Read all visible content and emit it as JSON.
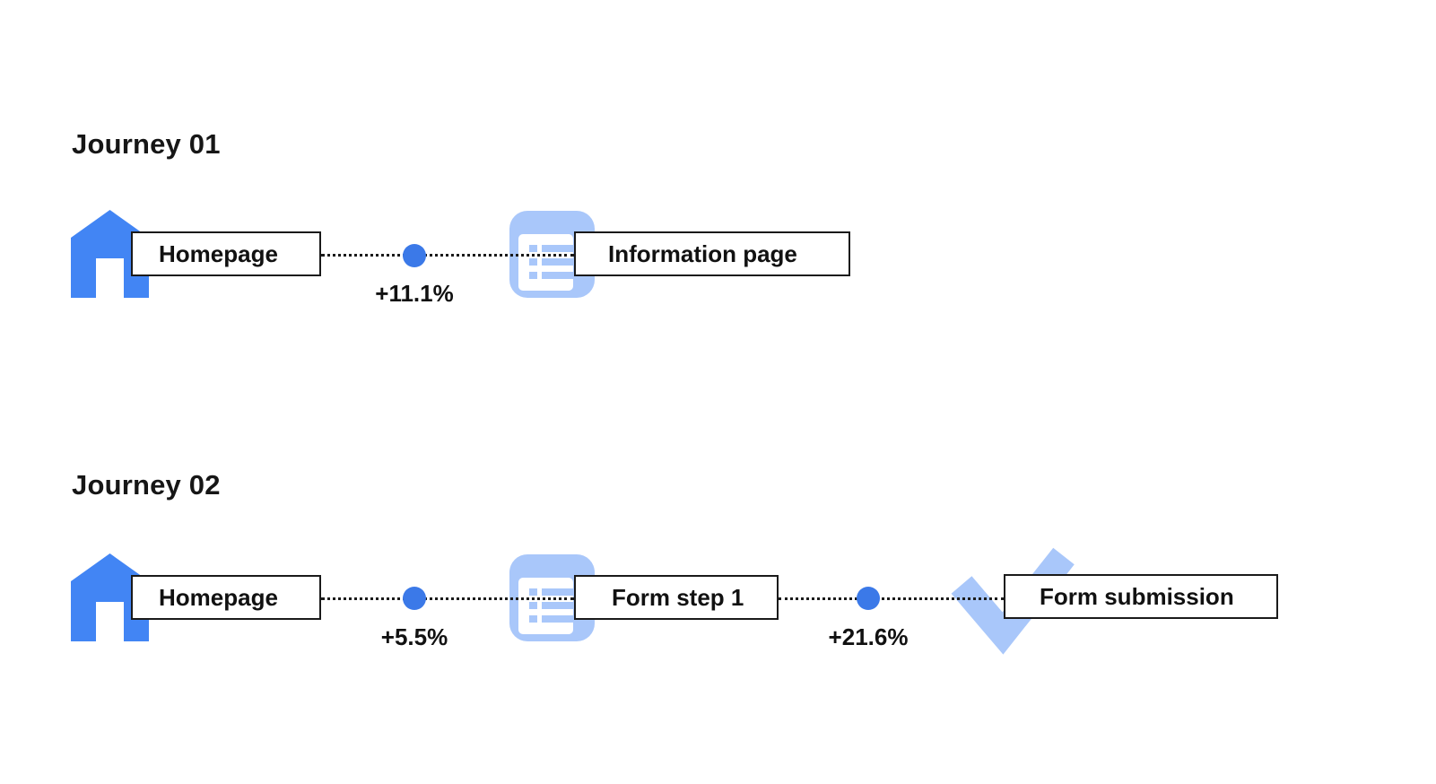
{
  "colors": {
    "primary_blue": "#4285f4",
    "dot_blue": "#3b79e8",
    "light_blue": "#a9c7fa",
    "line_black": "#1b1b1b",
    "text_black": "#111111"
  },
  "journeys": [
    {
      "title": "Journey 01",
      "steps": [
        {
          "icon": "home-icon",
          "label": "Homepage"
        },
        {
          "icon": "information-page-icon",
          "label": "Information page"
        }
      ],
      "transitions": [
        {
          "value": "+11.1%"
        }
      ]
    },
    {
      "title": "Journey 02",
      "steps": [
        {
          "icon": "home-icon",
          "label": "Homepage"
        },
        {
          "icon": "form-page-icon",
          "label": "Form step 1"
        },
        {
          "icon": "checkmark-icon",
          "label": "Form submission"
        }
      ],
      "transitions": [
        {
          "value": "+5.5%"
        },
        {
          "value": "+21.6%"
        }
      ]
    }
  ]
}
